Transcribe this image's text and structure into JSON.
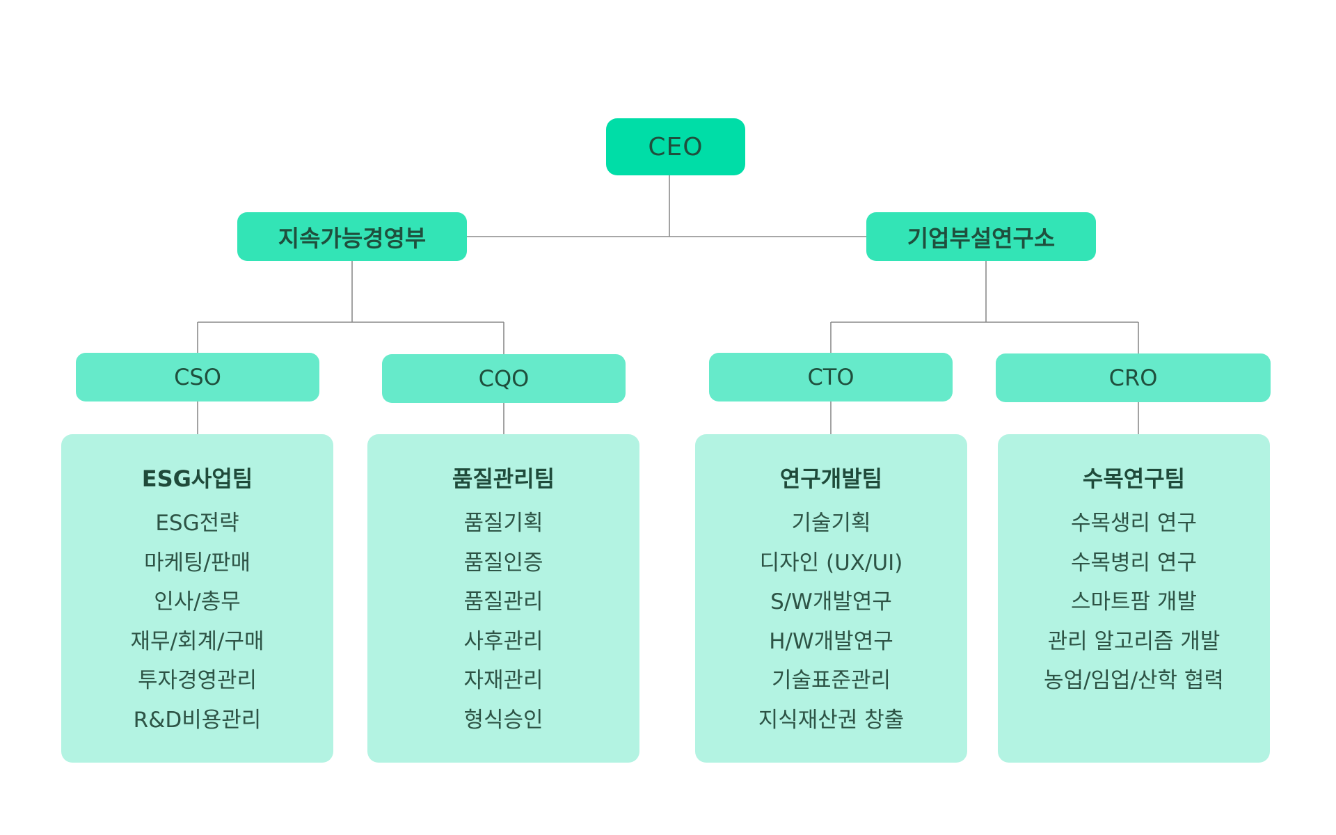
{
  "org": {
    "ceo": "CEO",
    "divisions": {
      "sustainability": "지속가능경영부",
      "research_lab": "기업부설연구소"
    },
    "officers": {
      "cso": "CSO",
      "cqo": "CQO",
      "cto": "CTO",
      "cro": "CRO"
    },
    "teams": {
      "esg": {
        "title": "ESG사업팀",
        "items": [
          "ESG전략",
          "마케팅/판매",
          "인사/총무",
          "재무/회계/구매",
          "투자경영관리",
          "R&D비용관리"
        ]
      },
      "quality": {
        "title": "품질관리팀",
        "items": [
          "품질기획",
          "품질인증",
          "품질관리",
          "사후관리",
          "자재관리",
          "형식승인"
        ]
      },
      "rnd": {
        "title": "연구개발팀",
        "items": [
          "기술기획",
          "디자인 (UX/UI)",
          "S/W개발연구",
          "H/W개발연구",
          "기술표준관리",
          "지식재산권 창출"
        ]
      },
      "forest": {
        "title": "수목연구팀",
        "items": [
          "수목생리 연구",
          "수목병리 연구",
          "스마트팜 개발",
          "관리 알고리즘 개발",
          "농업/임업/산학 협력"
        ]
      }
    }
  },
  "colors": {
    "ceo": "#00DDA7",
    "division": "#33E4B6",
    "officer": "#66EACA",
    "team_box": "#B3F3E2",
    "connector": "#8a8a8a",
    "text": "#1f4f3d"
  }
}
